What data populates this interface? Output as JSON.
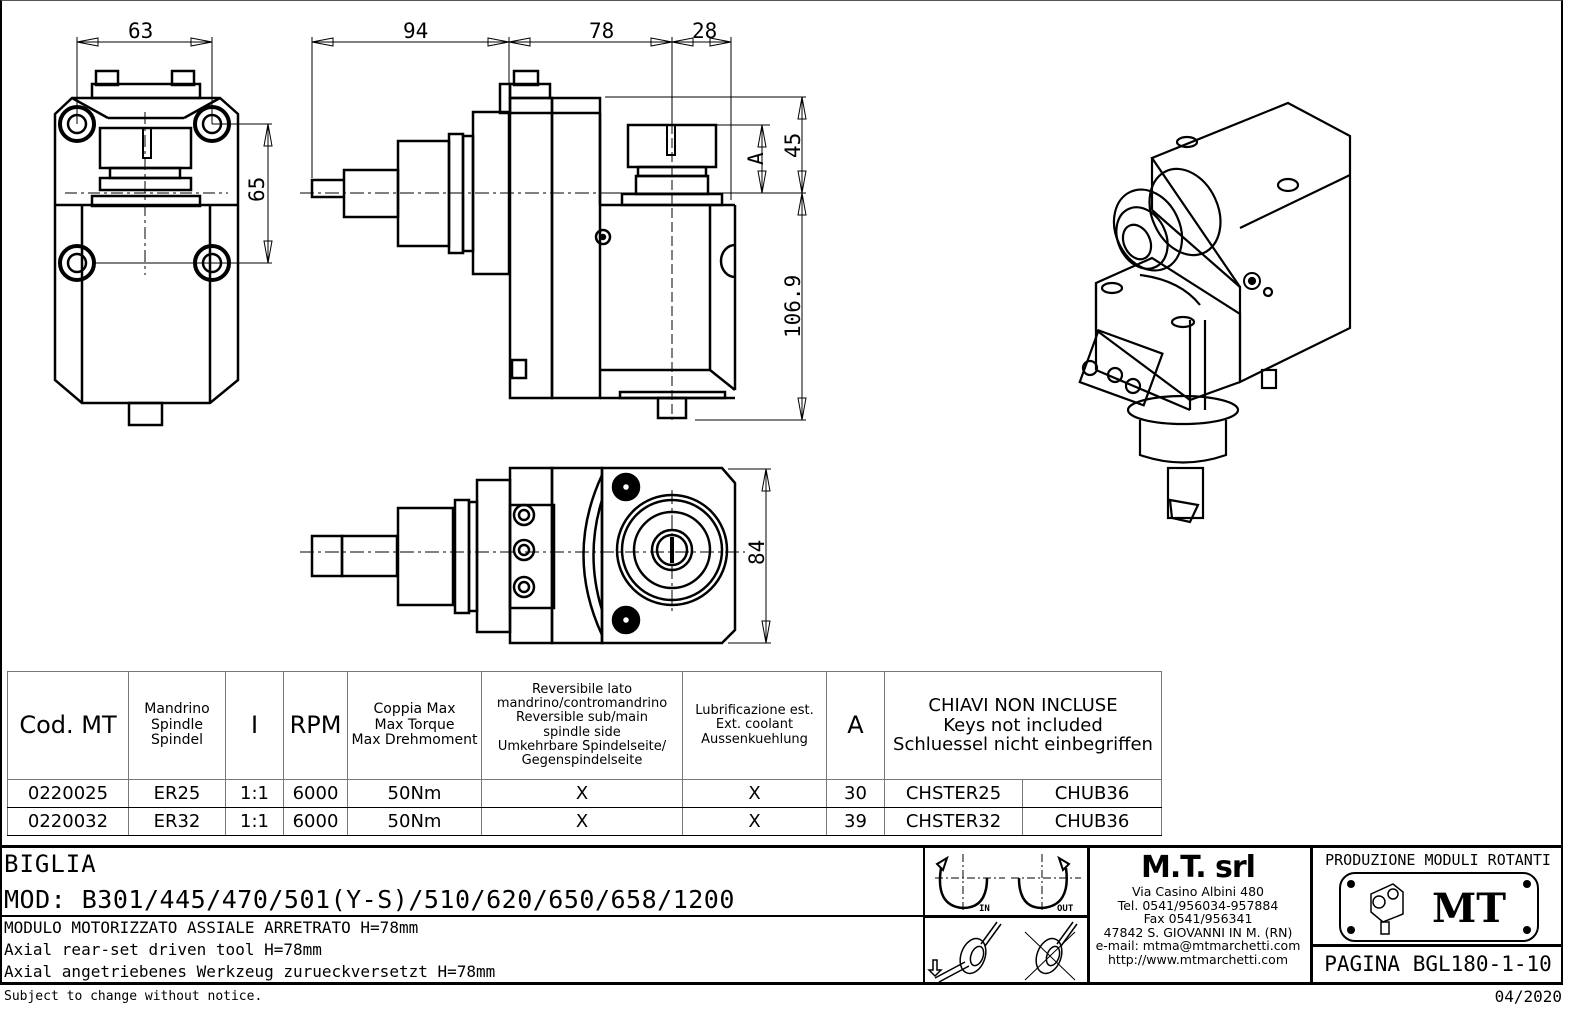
{
  "dimensions": {
    "front_width": "63",
    "front_hole_spacing": "65",
    "side_shank_length": "94",
    "side_height": "78",
    "side_offset": "28",
    "side_A": "A",
    "side_45": "45",
    "side_106_9": "106.9",
    "top_width": "84"
  },
  "spec_table": {
    "headers": {
      "cod_mt": "Cod. MT",
      "spindle": "Mandrino\nSpindle\nSpindel",
      "ratio": "I",
      "rpm": "RPM",
      "torque": "Coppia Max\nMax Torque\nMax Drehmoment",
      "reversible": "Reversibile lato\nmandrino/contromandrino\nReversible sub/main\nspindle side\nUmkehrbare Spindelseite/\nGegenspindelseite",
      "coolant": "Lubrificazione est.\nExt. coolant\nAussenkuehlung",
      "a": "A",
      "keys": "CHIAVI NON INCLUSE\nKeys not included\nSchluessel nicht einbegriffen"
    },
    "rows": [
      {
        "cod": "0220025",
        "spindle": "ER25",
        "ratio": "1:1",
        "rpm": "6000",
        "torque": "50Nm",
        "reversible": "X",
        "coolant": "X",
        "a": "30",
        "key1": "CHSTER25",
        "key2": "CHUB36"
      },
      {
        "cod": "0220032",
        "spindle": "ER32",
        "ratio": "1:1",
        "rpm": "6000",
        "torque": "50Nm",
        "reversible": "X",
        "coolant": "X",
        "a": "39",
        "key1": "CHSTER32",
        "key2": "CHUB36"
      }
    ]
  },
  "title_block": {
    "brand": "BIGLIA",
    "models": "MOD: B301/445/470/501(Y-S)/510/620/650/658/1200",
    "desc_it": "MODULO MOTORIZZATO ASSIALE ARRETRATO H=78mm",
    "desc_en": "Axial rear-set driven tool H=78mm",
    "desc_de": "Axial angetriebenes Werkzeug zurueckversetzt H=78mm",
    "rotation_in": "IN",
    "rotation_out": "OUT",
    "company": {
      "name": "M.T. srl",
      "address": "Via Casino Albini 480",
      "tel": "Tel. 0541/956034-957884",
      "fax": "Fax 0541/956341",
      "city": "47842 S. GIOVANNI IN M. (RN)",
      "email": "e-mail: mtma@mtmarchetti.com",
      "web": "http://www.mtmarchetti.com"
    },
    "production": "PRODUZIONE MODULI ROTANTI",
    "logo_text": "MT",
    "page": "PAGINA BGL180-1-10"
  },
  "footer": {
    "notice": "Subject to change without notice.",
    "date": "04/2020"
  }
}
